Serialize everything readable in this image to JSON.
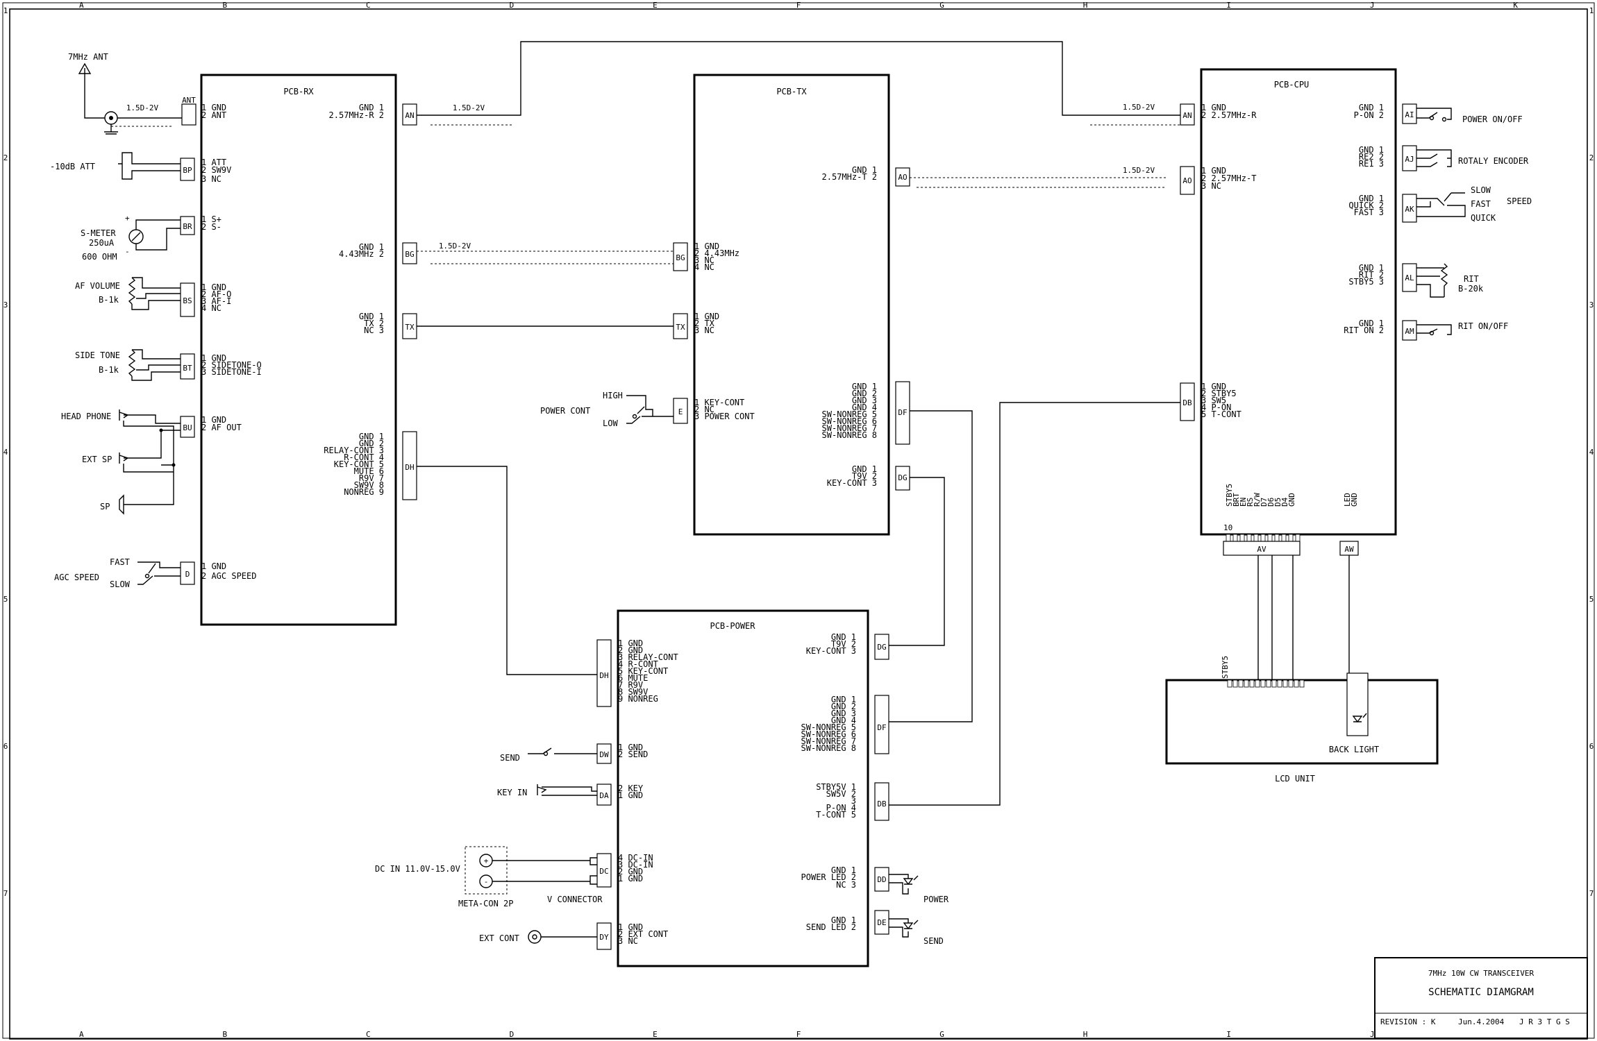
{
  "sheet": {
    "grid_cols": [
      "A",
      "B",
      "C",
      "D",
      "E",
      "F",
      "G",
      "H",
      "I",
      "J",
      "K"
    ],
    "grid_rows": [
      "1",
      "2",
      "3",
      "4",
      "5",
      "6",
      "7"
    ]
  },
  "title_block": {
    "line1": "7MHz 10W CW TRANSCEIVER",
    "line2": "SCHEMATIC DIAMGRAM",
    "revision": "REVISION : K",
    "date": "Jun.4.2004",
    "author": "J R 3 T G S"
  },
  "boards": {
    "rx": "PCB-RX",
    "tx": "PCB-TX",
    "cpu": "PCB-CPU",
    "power": "PCB-POWER",
    "lcd": "LCD UNIT",
    "backlight": "BACK LIGHT"
  },
  "cable": "1.5D-2V",
  "rx_left": {
    "ant_label": "7MHz ANT",
    "ant_conn": "ANT",
    "ant_pins": [
      "1 GND",
      "2 ANT"
    ],
    "att_label": "-10dB ATT",
    "bp_pins": [
      "1 ATT",
      "2 SW9V",
      "3 NC"
    ],
    "smeter_label": "S-METER",
    "smeter_ua": "250uA",
    "smeter_ohm": "600 OHM",
    "br_pins": [
      "1 S+",
      "2 S-"
    ],
    "afvol_label": "AF VOLUME",
    "afvol_val": "B-1k",
    "bs_pins": [
      "1 GND",
      "2 AF-O",
      "3 AF-I",
      "4 NC"
    ],
    "side_label": "SIDE TONE",
    "side_val": "B-1k",
    "bt_pins": [
      "1 GND",
      "2 SIDETONE-O",
      "3 SIDETONE-I"
    ],
    "head_label": "HEAD PHONE",
    "ext_sp_label": "EXT SP",
    "sp_label": "SP",
    "bu_pins": [
      "1 GND",
      "2 AF OUT"
    ],
    "agc_label": "AGC SPEED",
    "agc_fast": "FAST",
    "agc_slow": "SLOW",
    "d_pins": [
      "1 GND",
      "2 AGC SPEED"
    ]
  },
  "rx_right": {
    "an_pins": [
      "GND 1",
      "2.57MHz-R 2"
    ],
    "bg_pins": [
      "GND 1",
      "4.43MHz 2"
    ],
    "tx_pins": [
      "GND 1",
      "TX 2",
      "NC 3"
    ],
    "dh_pins": [
      "GND 1",
      "GND 2",
      "RELAY-CONT 3",
      "R-CONT 4",
      "KEY-CONT 5",
      "MUTE 6",
      "R9V 7",
      "SW9V 8",
      "NONREG 9"
    ]
  },
  "tx_board": {
    "bg_pins": [
      "1 GND",
      "2 4.43MHz",
      "3 NC",
      "4 NC"
    ],
    "tx_pins": [
      "1 GND",
      "2 TX",
      "3 NC"
    ],
    "e_pins": [
      "1 KEY-CONT",
      "2 NC",
      "3 POWER CONT"
    ],
    "power_cont_label": "POWER CONT",
    "high": "HIGH",
    "low": "LOW",
    "ao_pins": [
      "GND 1",
      "2.57MHz-T 2"
    ],
    "df_pins": [
      "GND 1",
      "GND 2",
      "GND 3",
      "GND 4",
      "SW-NONREG 5",
      "SW-NONREG 6",
      "SW-NONREG 7",
      "SW-NONREG 8"
    ],
    "dg_pins": [
      "GND 1",
      "T9V 2",
      "KEY-CONT 3"
    ]
  },
  "cpu_board": {
    "an_pins": [
      "1 GND",
      "2 2.57MHz-R"
    ],
    "ao_pins": [
      "1 GND",
      "2 2.57MHz-T",
      "3 NC"
    ],
    "db_pins": [
      "1 GND",
      "2 STBY5",
      "3 SW5",
      "4 P-ON",
      "5 T-CONT"
    ],
    "ai_pins": [
      "GND 1",
      "P-ON 2"
    ],
    "ai_label": "POWER ON/OFF",
    "aj_pins": [
      "GND 1",
      "RE2 2",
      "RE1 3"
    ],
    "aj_label": "ROTALY ENCODER",
    "ak_pins": [
      "GND 1",
      "QUICK 2",
      "FAST 3"
    ],
    "ak_slow": "SLOW",
    "ak_fast": "FAST",
    "ak_quick": "QUICK",
    "ak_speed": "SPEED",
    "al_pins": [
      "GND 1",
      "RIT 2",
      "STBY5 3"
    ],
    "al_label": "RIT",
    "al_val": "B-20k",
    "am_pins": [
      "GND 1",
      "RIT ON 2"
    ],
    "am_label": "RIT ON/OFF",
    "av_pins": [
      "STBY5",
      "BRT",
      "EN",
      "RS",
      "R/W",
      "D7",
      "D6",
      "D5",
      "D4",
      "GND"
    ],
    "av_num_hi": "10",
    "aw_pins": [
      "LED",
      "GND"
    ],
    "av_name": "AV",
    "aw_name": "AW",
    "lcd_pin": "STBY5"
  },
  "power_board": {
    "dh_pins": [
      "1 GND",
      "2 GND",
      "3 RELAY-CONT",
      "4 R-CONT",
      "5 KEY-CONT",
      "6 MUTE",
      "7 R9V",
      "8 SW9V",
      "9 NONREG"
    ],
    "dw_pins": [
      "1 GND",
      "2 SEND"
    ],
    "send_label": "SEND",
    "da_pins": [
      "2 KEY",
      "1 GND"
    ],
    "key_label": "KEY IN",
    "dc_pins": [
      "4 DC-IN",
      "3 DC-IN",
      "2 GND",
      "1 GND"
    ],
    "dc_label": "DC IN 11.0V-15.0V",
    "meta_label": "META-CON 2P",
    "vconn_label": "V CONNECTOR",
    "dy_pins": [
      "1 GND",
      "2 EXT CONT",
      "3 NC"
    ],
    "extcont_label": "EXT CONT",
    "dg_pins": [
      "GND 1",
      "T9V 2",
      "KEY-CONT 3"
    ],
    "df_pins": [
      "GND 1",
      "GND 2",
      "GND 3",
      "GND 4",
      "SW-NONREG 5",
      "SW-NONREG 6",
      "SW-NONREG 7",
      "SW-NONREG 8"
    ],
    "db_pins": [
      "STBY5V 1",
      "SW5V 2",
      "3",
      "P-ON 4",
      "T-CONT 5"
    ],
    "dd_pins": [
      "GND 1",
      "POWER LED 2",
      "NC 3"
    ],
    "dd_led": "POWER",
    "de_pins": [
      "GND 1",
      "SEND LED 2"
    ],
    "de_led": "SEND"
  },
  "conn": {
    "ant": "ANT",
    "bp": "BP",
    "br": "BR",
    "bs": "BS",
    "bt": "BT",
    "bu": "BU",
    "d": "D",
    "an": "AN",
    "bg": "BG",
    "tx": "TX",
    "dh": "DH",
    "e": "E",
    "ao": "AO",
    "df": "DF",
    "dg": "DG",
    "db": "DB",
    "ai": "AI",
    "aj": "AJ",
    "ak": "AK",
    "al": "AL",
    "am": "AM",
    "dw": "DW",
    "da": "DA",
    "dc": "DC",
    "dy": "DY",
    "dd": "DD",
    "de": "DE"
  }
}
